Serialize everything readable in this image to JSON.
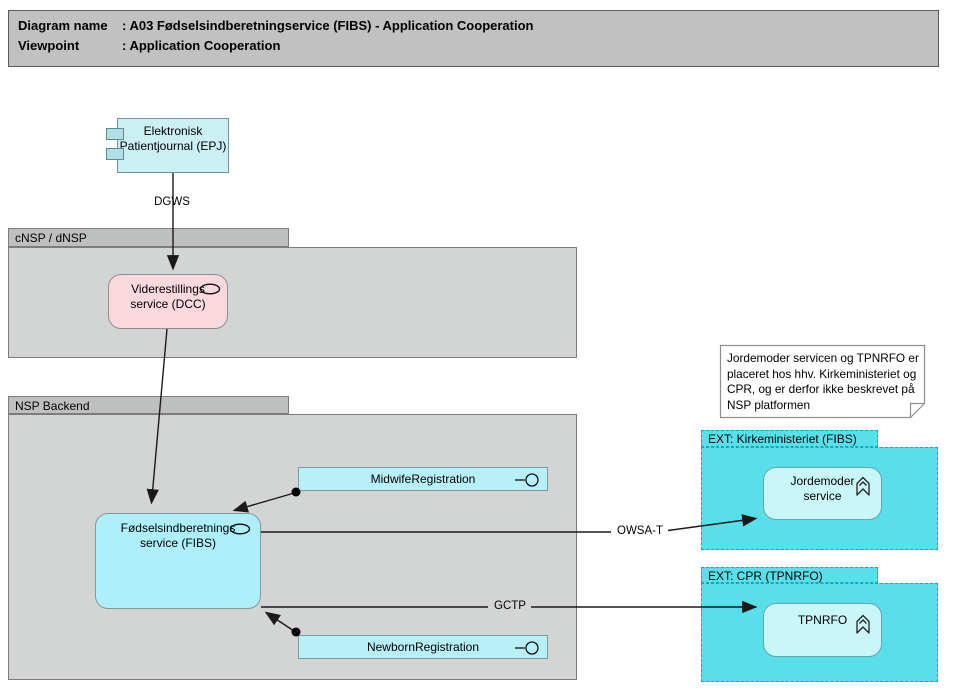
{
  "title": {
    "line1_label": "Diagram name",
    "line1_value": ": A03 Fødselsindberetningservice (FIBS) - Application Cooperation",
    "line2_label": "Viewpoint",
    "line2_value": ": Application Cooperation"
  },
  "groups": {
    "cnsp": {
      "label": "cNSP / dNSP"
    },
    "nsp_backend": {
      "label": "NSP Backend"
    },
    "ext_kirke": {
      "label": "EXT: Kirkeministeriet (FIBS)"
    },
    "ext_cpr": {
      "label": "EXT: CPR (TPNRFO)"
    }
  },
  "nodes": {
    "epj": {
      "label": "Elektronisk Patientjournal (EPJ)"
    },
    "dcc": {
      "label": "Viderestillings service (DCC)"
    },
    "fibs": {
      "label": "Fødselsindberetnings service (FIBS)"
    },
    "midwife": {
      "label": "MidwifeRegistration"
    },
    "newborn": {
      "label": "NewbornRegistration"
    },
    "jordemoder": {
      "label": "Jordemoder service"
    },
    "tpnrfo": {
      "label": "TPNRFO"
    }
  },
  "edges": {
    "dgws": {
      "label": "DGWS"
    },
    "owsa_t": {
      "label": "OWSA-T"
    },
    "gctp": {
      "label": "GCTP"
    }
  },
  "note": {
    "text": "Jordemoder servicen og TPNRFO er placeret hos hhv. Kirkeministeriet og CPR, og er derfor ikke beskrevet på NSP platformen"
  },
  "icons": {
    "component-icon": "uml-component-squares",
    "service-oval-icon": "outline-ellipse",
    "interface-lollipop-icon": "line-and-circle",
    "chevron-badge-icon": "double-chevron-up-badge",
    "note-fold-icon": "folded-corner"
  },
  "colors": {
    "node_cyan": "#b7f1f7",
    "fibs_cyan": "#adeffa",
    "ext_group_cyan": "#58dfe9",
    "ext_inner_cyan": "#c9f6f8",
    "dcc_pink": "#f9d9dd",
    "group_gray": "#d3d5d4",
    "group_tab_gray": "#bec0bf",
    "titlebar_gray": "#c1c1c1",
    "edge_black": "#1a1a1a"
  }
}
